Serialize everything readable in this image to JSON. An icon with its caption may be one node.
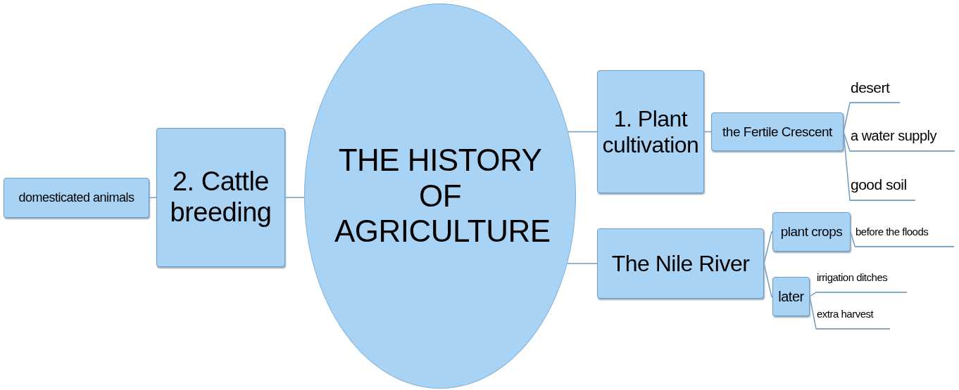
{
  "diagram": {
    "nodes": [
      {
        "text": [
          "THE HISTORY OF AGRICULTURE"
        ]
      },
      {
        "text": [
          "1. Plant cultivation"
        ]
      },
      {
        "text": [
          "the Fertile Crescent"
        ]
      },
      {
        "text": [
          "desert"
        ]
      },
      {
        "text": [
          "a water supply"
        ]
      },
      {
        "text": [
          "good soil"
        ]
      },
      {
        "text": [
          "The Nile River"
        ]
      },
      {
        "text": [
          "plant crops"
        ]
      },
      {
        "text": [
          "before the floods"
        ]
      },
      {
        "text": [
          "later"
        ]
      },
      {
        "text": [
          "irrigation ditches"
        ]
      },
      {
        "text": [
          "extra harvest"
        ]
      },
      {
        "text": [
          "2. Cattle breeding"
        ]
      },
      {
        "text": [
          "domesticated animals"
        ]
      }
    ],
    "edges": [
      {
        "from": 0,
        "to": 1,
        "arrow": "none"
      },
      {
        "from": 1,
        "to": 2,
        "arrow": "none"
      },
      {
        "from": 2,
        "to": 3,
        "arrow": "none"
      },
      {
        "from": 2,
        "to": 4,
        "arrow": "none"
      },
      {
        "from": 2,
        "to": 5,
        "arrow": "none"
      },
      {
        "from": 0,
        "to": 6,
        "arrow": "none"
      },
      {
        "from": 6,
        "to": 7,
        "arrow": "none"
      },
      {
        "from": 7,
        "to": 8,
        "arrow": "none"
      },
      {
        "from": 6,
        "to": 9,
        "arrow": "none"
      },
      {
        "from": 9,
        "to": 10,
        "arrow": "none"
      },
      {
        "from": 9,
        "to": 11,
        "arrow": "none"
      },
      {
        "from": 0,
        "to": 12,
        "arrow": "none"
      },
      {
        "from": 12,
        "to": 13,
        "arrow": "none"
      }
    ]
  }
}
